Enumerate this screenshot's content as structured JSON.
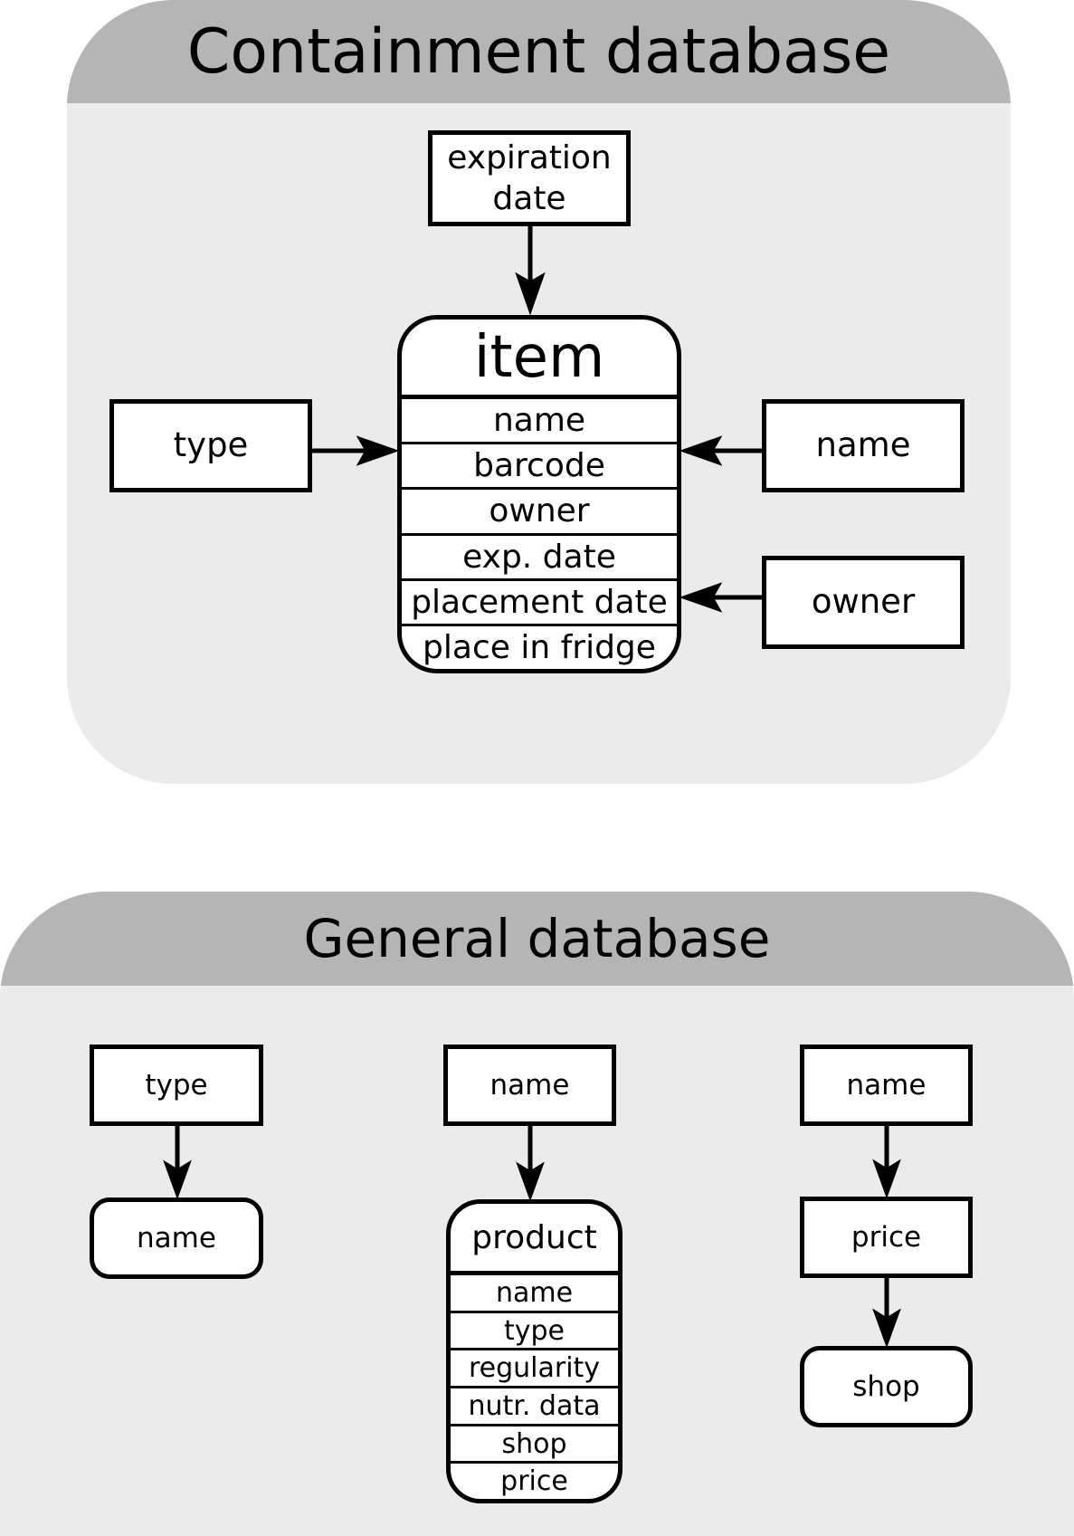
{
  "containment": {
    "title": "Containment database",
    "expiration_box": "expiration date",
    "type_box": "type",
    "name_box": "name",
    "owner_box": "owner",
    "item": {
      "title": "item",
      "fields": [
        "name",
        "barcode",
        "owner",
        "exp. date",
        "placement date",
        "place in fridge"
      ]
    }
  },
  "general": {
    "title": "General database",
    "type_box": "type",
    "type_name_box": "name",
    "product_name_box": "name",
    "price_name_box": "name",
    "price_box": "price",
    "shop_box": "shop",
    "product": {
      "title": "product",
      "fields": [
        "name",
        "type",
        "regularity",
        "nutr. data",
        "shop",
        "price"
      ]
    }
  },
  "colors": {
    "panel_header": "#b5b5b5",
    "panel_body": "#ebebeb",
    "stroke": "#000000"
  }
}
